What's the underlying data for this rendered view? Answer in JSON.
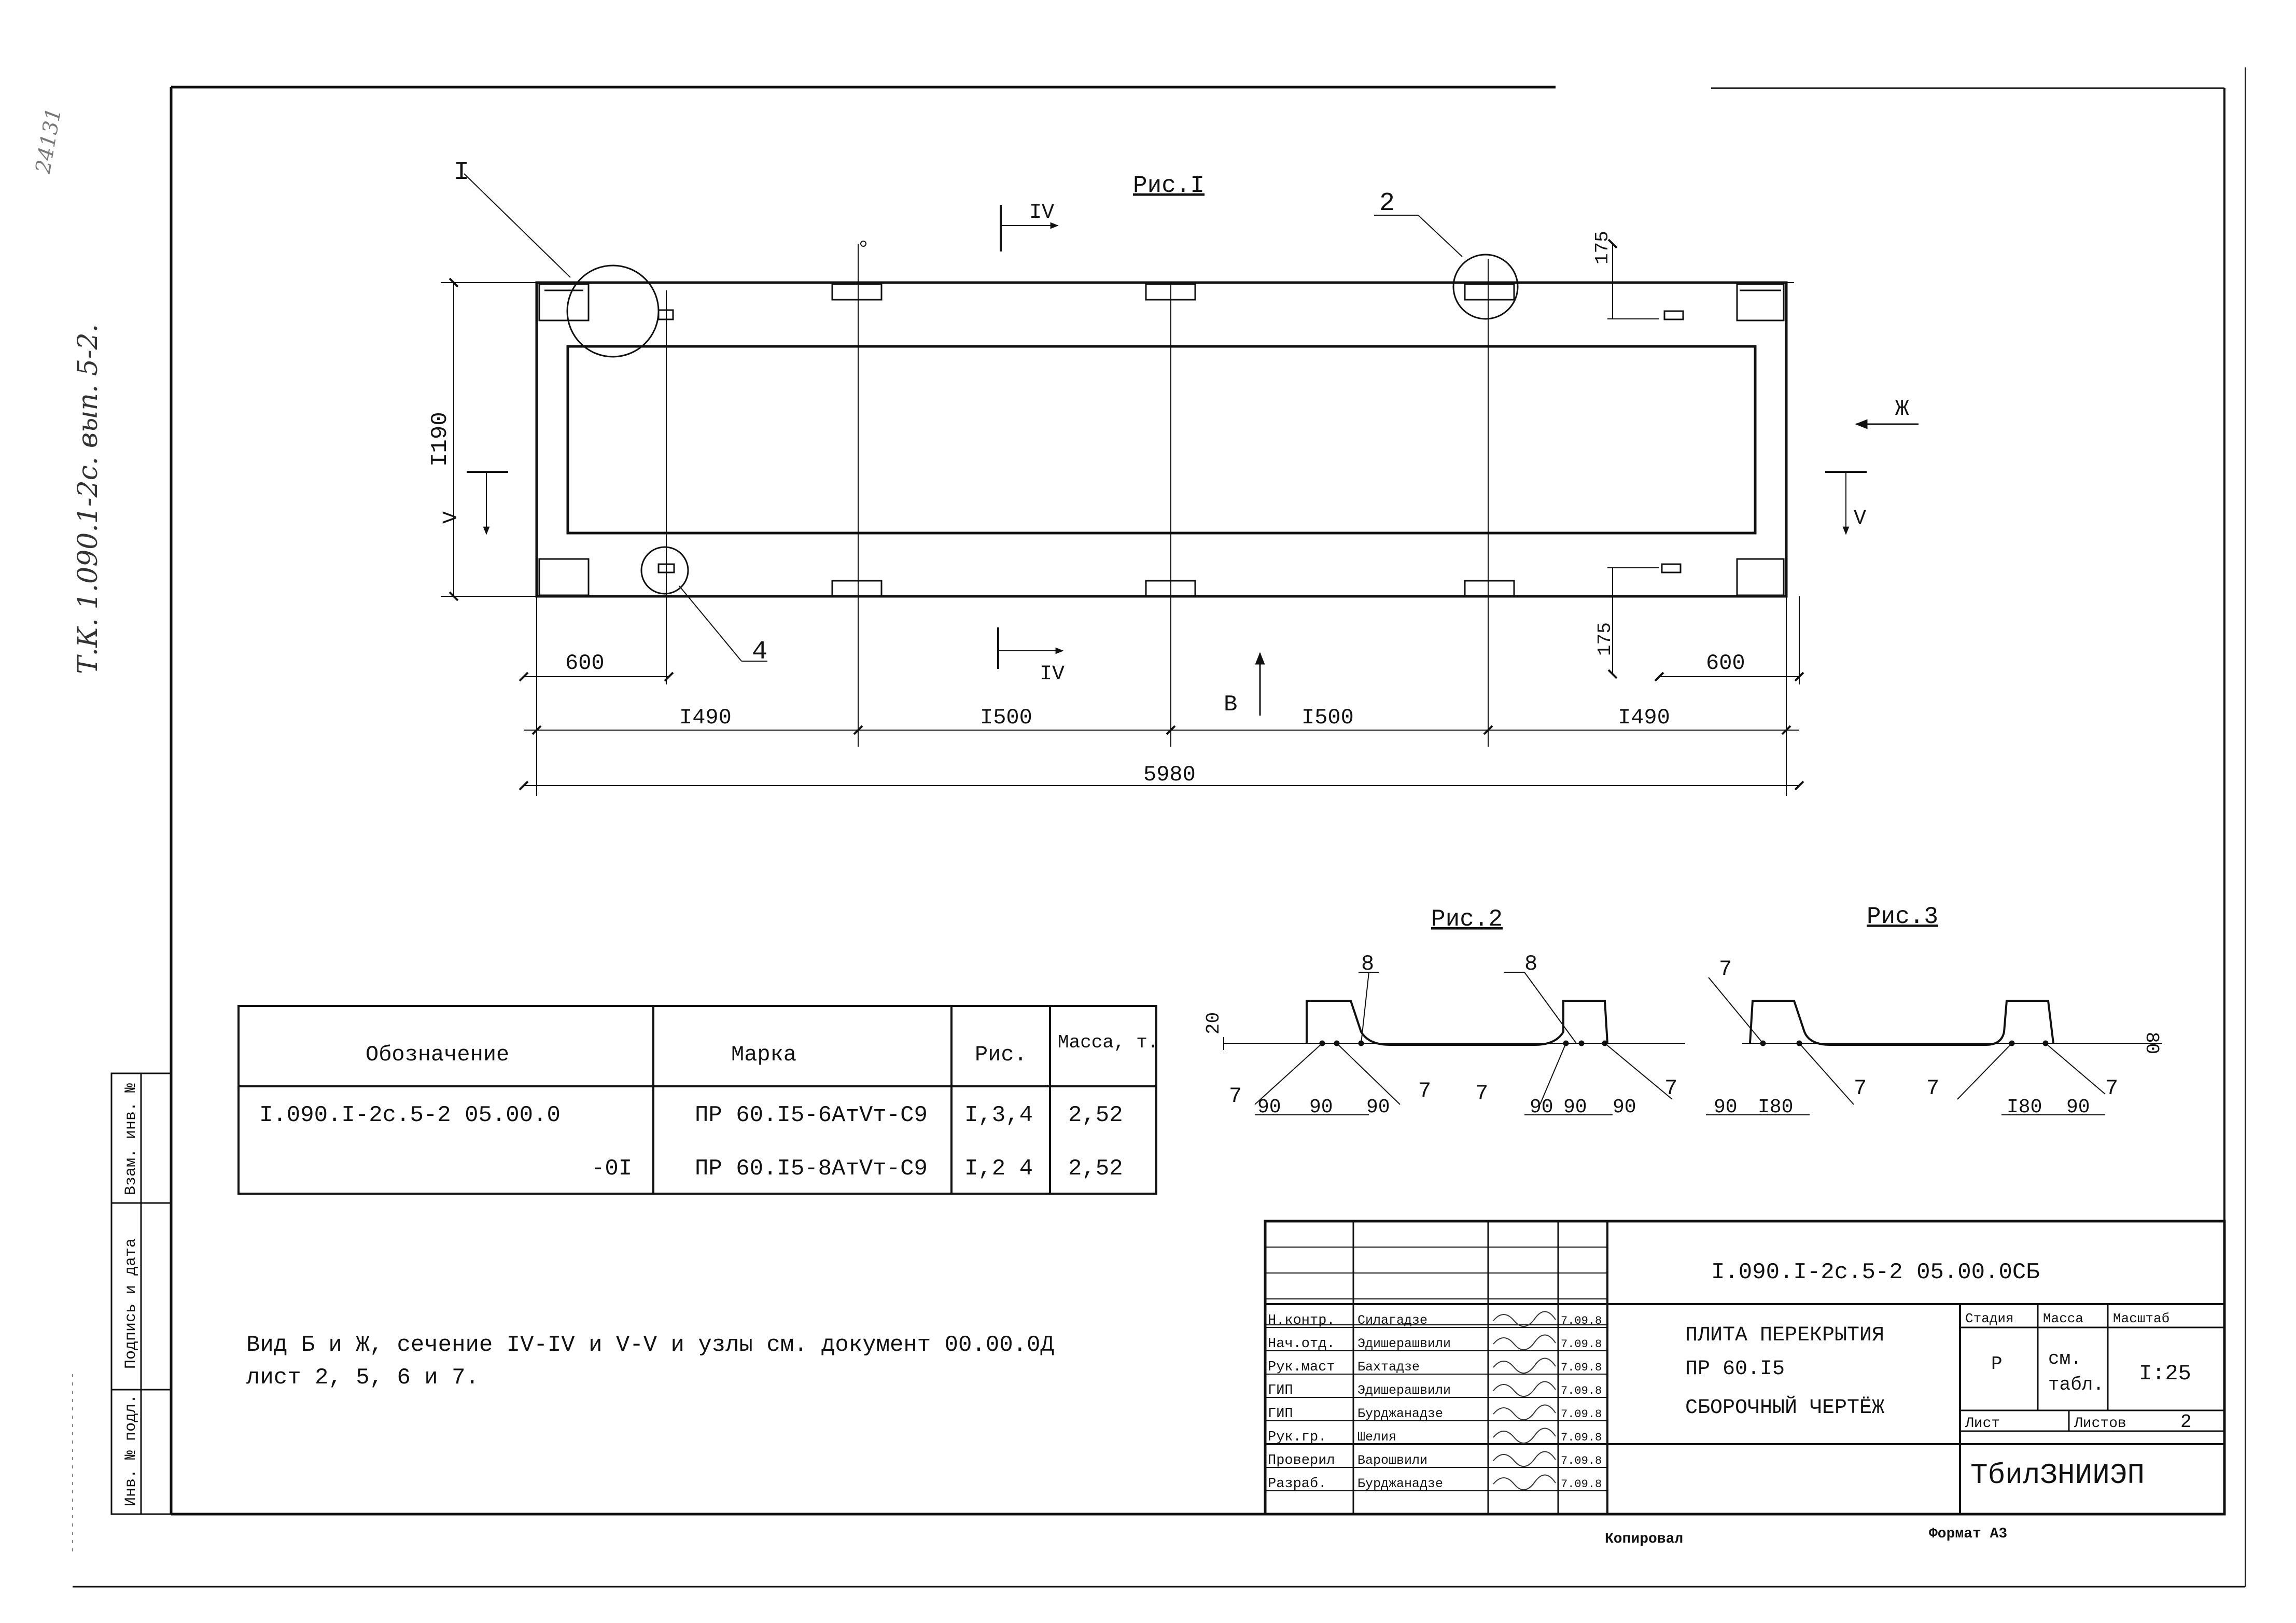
{
  "side_note": "Т.К. 1.090.1-2с. вып. 5-2.",
  "corner_stamp": "24131",
  "fig1": {
    "title": "Рис.I",
    "callouts": [
      "I",
      "2",
      "4"
    ],
    "section_iv": "IV",
    "section_v": "V",
    "view_b": "В",
    "view_zh": "Ж",
    "dims": {
      "height": "I190",
      "top_right": "175",
      "bottom_right": "175",
      "left_600": "600",
      "right_600": "600",
      "span1": "I490",
      "span2": "I500",
      "span3": "I500",
      "span4": "I490",
      "total": "5980"
    }
  },
  "fig2": {
    "title": "Рис.2",
    "labels": [
      "8",
      "8",
      "7",
      "7",
      "7",
      "7"
    ],
    "dims": [
      "90",
      "90",
      "90",
      "90",
      "90",
      "90"
    ],
    "left_dim": "20"
  },
  "fig3": {
    "title": "Рис.3",
    "labels": [
      "7",
      "7",
      "7",
      "7"
    ],
    "dims": [
      "90",
      "I80",
      "I80",
      "90"
    ],
    "right_dim": "80"
  },
  "spec_table": {
    "headers": [
      "Обозначение",
      "Марка",
      "Рис.",
      "Масса, т."
    ],
    "rows": [
      [
        "I.090.I-2с.5-2  05.00.0",
        "ПР 60.I5-6АтVт-С9",
        "I,3,4",
        "2,52"
      ],
      [
        "-0I",
        "ПР 60.I5-8АтVт-С9",
        "I,2 4",
        "2,52"
      ]
    ]
  },
  "note": {
    "line1": "Вид Б и Ж, сечение IV-IV и V-V и узлы см. документ 00.00.0Д",
    "line2": "лист 2, 5, 6 и 7."
  },
  "side_columns": [
    "Инв. № подл.",
    "Подпись и дата",
    "Взам. инв. №"
  ],
  "title_block": {
    "document_code": "I.090.I-2с.5-2  05.00.0СБ",
    "title_line1": "ПЛИТА ПЕРЕКРЫТИЯ",
    "title_line2": "ПР 60.I5",
    "title_line3": "СБОРОЧНЫЙ ЧЕРТЁЖ",
    "stage_header": "Стадия",
    "mass_header": "Масса",
    "scale_header": "Масштаб",
    "stage": "Р",
    "mass_line1": "см.",
    "mass_line2": "табл.",
    "scale": "I:25",
    "sheet_label": "Лист",
    "sheets_label": "Листов",
    "sheets_count": "2",
    "organization": "ТбилЗНИИЭП",
    "roles": [
      {
        "role": "Н.контр.",
        "name": "Силагадзе",
        "date": "7.09.8"
      },
      {
        "role": "Нач.отд.",
        "name": "Эдишерашвили",
        "date": "7.09.8"
      },
      {
        "role": "Рук.маст",
        "name": "Бахтадзе",
        "date": "7.09.8"
      },
      {
        "role": "ГИП",
        "name": "Эдишерашвили",
        "date": "7.09.8"
      },
      {
        "role": "ГИП",
        "name": "Бурджанадзе",
        "date": "7.09.8"
      },
      {
        "role": "Рук.гр.",
        "name": "Шелия",
        "date": "7.09.8"
      },
      {
        "role": "Проверил",
        "name": "Варошвили",
        "date": "7.09.8"
      },
      {
        "role": "Разраб.",
        "name": "Бурджанадзе",
        "date": "7.09.8"
      }
    ]
  },
  "footer": {
    "copied": "Копировал",
    "format": "Формат А3"
  }
}
